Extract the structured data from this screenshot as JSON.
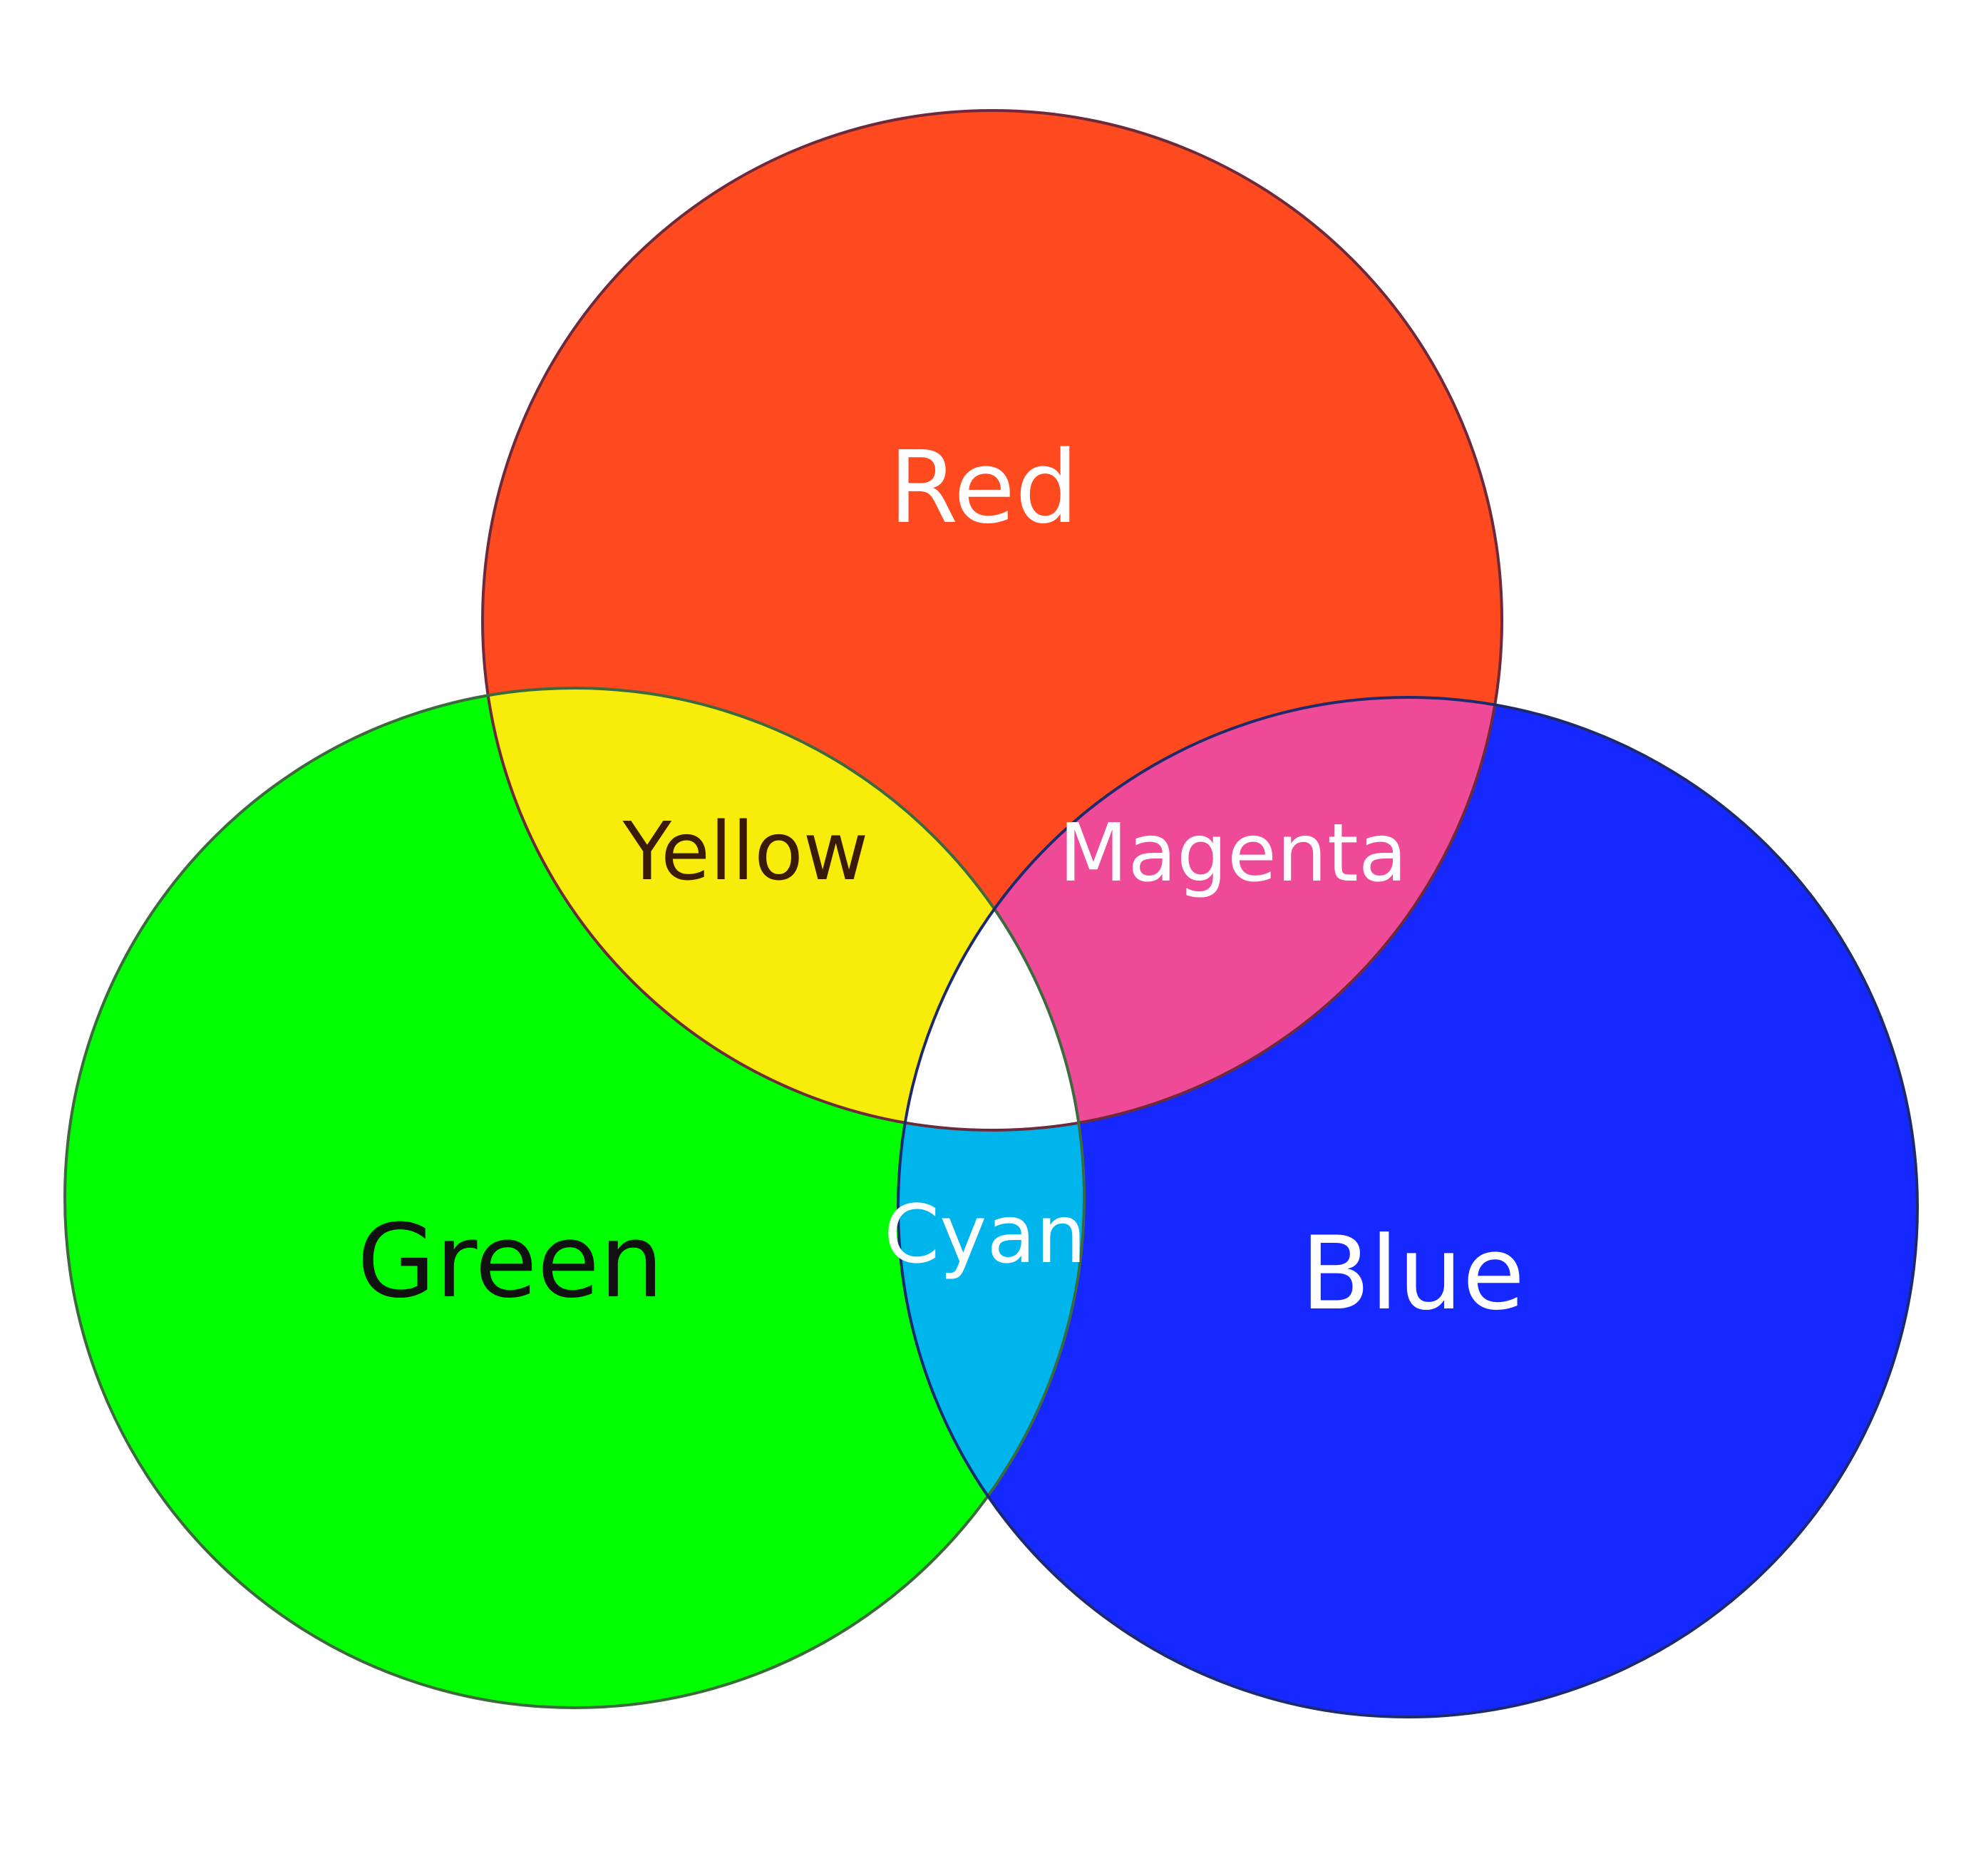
{
  "diagram": {
    "type": "rgb-additive-color-venn",
    "circles": {
      "red": {
        "label": "Red",
        "fill": "#FF4A1F",
        "stroke": "#6E2A3A",
        "text_color": "#FFFFFF"
      },
      "green": {
        "label": "Green",
        "fill": "#00FF00",
        "stroke": "#3C6A3C",
        "text_color": "#111111"
      },
      "blue": {
        "label": "Blue",
        "fill": "#1428FF",
        "stroke": "#1E2A6E",
        "text_color": "#FFFFFF"
      }
    },
    "overlaps": {
      "red_green": {
        "label": "Yellow",
        "fill": "#F7EC0A",
        "text_color": "#3A1A08"
      },
      "red_blue": {
        "label": "Magenta",
        "fill": "#EE4A98",
        "text_color": "#FFFFFF"
      },
      "green_blue": {
        "label": "Cyan",
        "fill": "#00B4EC",
        "text_color": "#FFFFFF"
      },
      "center": {
        "label": "",
        "fill": "#FFFFFF"
      }
    }
  }
}
